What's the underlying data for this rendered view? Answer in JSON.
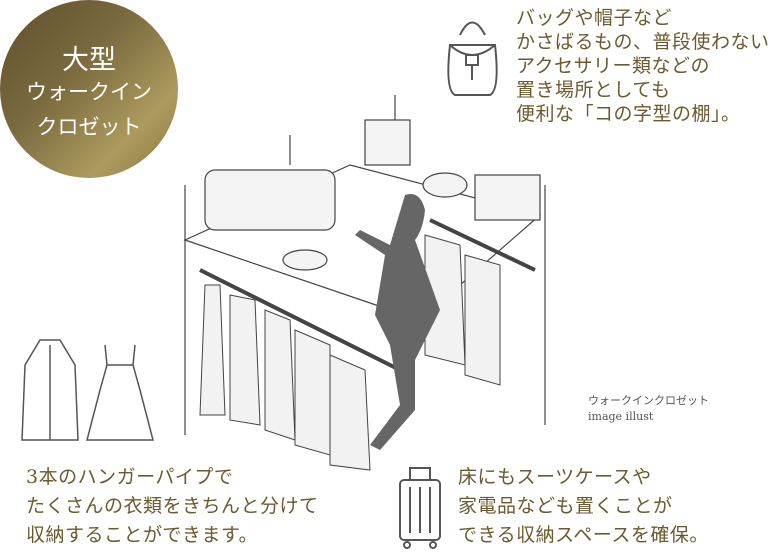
{
  "badge": {
    "line1": "大型",
    "line2": "ウォークイン",
    "line3": "クロゼット"
  },
  "top_right": {
    "lines": [
      "バッグや帽子など",
      "かさばるもの、普段使わない",
      "アクセサリー類などの",
      "置き場所としても",
      "便利な「コの字型の棚」。"
    ]
  },
  "caption": {
    "line1": "ウォークインクロゼット",
    "line2": "image illust"
  },
  "bottom_left": {
    "lines": [
      "3本のハンガーパイプで",
      "たくさんの衣類をきちんと分けて",
      "収納することができます。"
    ]
  },
  "bottom_right": {
    "lines": [
      "床にもスーツケースや",
      "家電品なども置くことが",
      "できる収納スペースを確保。"
    ]
  },
  "colors": {
    "text": "#6b5a2e",
    "badge": "#8a7740"
  }
}
